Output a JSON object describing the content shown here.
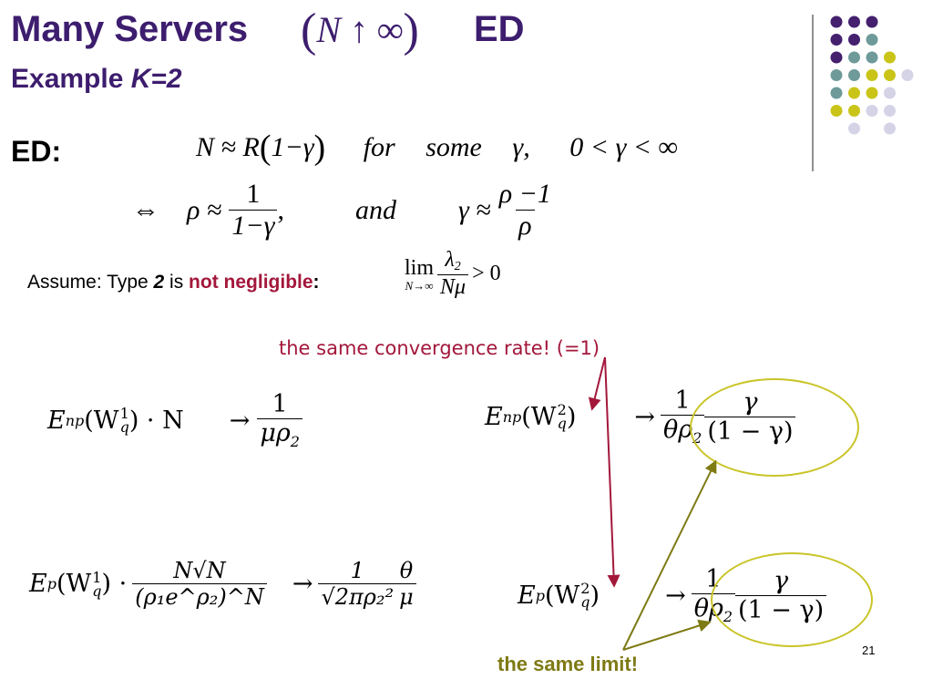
{
  "slide": {
    "title_main": "Many Servers",
    "title_paren_expr": "N ↑ ∞",
    "title_ed": "ED",
    "subtitle_prefix": "Example ",
    "subtitle_k": "K=2",
    "page_number": "21"
  },
  "ed": {
    "label": "ED:",
    "line1": {
      "lhs": "N ≈ R",
      "paren": "1−γ",
      "for": "for",
      "some": "some",
      "gamma": "γ,",
      "range": "0 < γ < ∞"
    },
    "line2": {
      "iff": "⇔",
      "rho_approx": "ρ ≈",
      "frac1_num": "1",
      "frac1_den": "1−γ",
      "comma": ",",
      "and": "and",
      "gamma_approx": "γ ≈",
      "frac2_num": "ρ −1",
      "frac2_den": "ρ"
    }
  },
  "assume": {
    "prefix": "Assume: Type ",
    "type_num": "2",
    "is": " is ",
    "emph": "not negligible",
    "colon": ":",
    "lim": "lim",
    "lim_sub": "N→∞",
    "frac_num": "λ",
    "frac_num_sub": "2",
    "frac_den": "Nμ",
    "rhs": "> 0"
  },
  "formulas": {
    "f1": {
      "lhs": "E",
      "lhs_sub": "np",
      "w": "(W",
      "sup": "1",
      "sub": "q",
      "tail": ") · N",
      "arrow": "→",
      "num": "1",
      "den": "μρ",
      "den_sub": "2"
    },
    "f2": {
      "lhs": "E",
      "lhs_sub": "np",
      "w": "(W",
      "sup": "2",
      "sub": "q",
      "tail": ")",
      "arrow": "→",
      "num1": "1",
      "den1": "θρ",
      "den1_sub": "2",
      "num2": "γ",
      "den2": "(1 − γ)"
    },
    "f3": {
      "lhs": "E",
      "lhs_sub": "p",
      "w": "(W",
      "sup": "1",
      "sub": "q",
      "tail": ") ·",
      "num": "N√N",
      "den": "(ρ₁e^ρ₂)^N",
      "arrow": "→",
      "num2": "1",
      "den2": "√2πρ₂²",
      "num3": "θ",
      "den3": "μ"
    },
    "f4": {
      "lhs": "E",
      "lhs_sub": "p",
      "w": "(W",
      "sup": "2",
      "sub": "q",
      "tail": ")",
      "arrow": "→",
      "num1": "1",
      "den1": "θρ",
      "den1_sub": "2",
      "num2": "γ",
      "den2": "(1 − γ)"
    }
  },
  "annotations": {
    "same_rate": "the same convergence rate! (=1)",
    "same_limit": "the same limit!"
  },
  "colors": {
    "title": "#3d1d6e",
    "red_annotation": "#a3173b",
    "olive_annotation": "#7e7a14",
    "ellipse": "#c9c427",
    "dot_purple": "#44206e",
    "dot_teal": "#6f9a9a",
    "dot_yellow": "#c9c417",
    "dot_lavender": "#d5d3e6"
  }
}
